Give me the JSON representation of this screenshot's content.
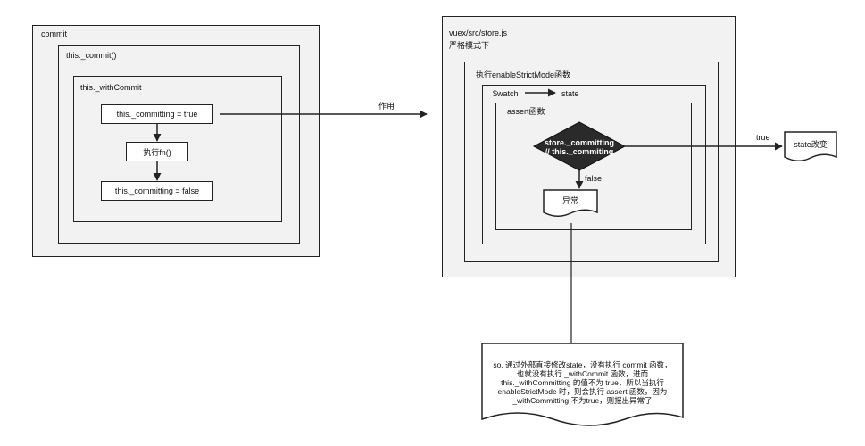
{
  "left_panel": {
    "outer_title": "commit",
    "middle_title": "this._commit()",
    "inner_title": "this._withCommit",
    "step1": "this._committing = true",
    "step2": "执行fn()",
    "step3": "this._committing = false"
  },
  "link_label": "作用",
  "right_panel": {
    "title_line1": "vuex/src/store.js",
    "title_line2": "严格模式下",
    "strict_title": "执行enableStrictMode函数",
    "watch_label": "$watch",
    "watch_target": "state",
    "assert_title": "assert函数",
    "decision_line1": "store._committing",
    "decision_line2": "// this._commiting",
    "false_label": "false",
    "true_label": "true",
    "error_doc": "异常",
    "state_doc": "state改变"
  },
  "note": {
    "lines": [
      "so, 通过外部直接修改state，没有执行 commit 函数，",
      "也就没有执行 _withCommit 函数，进而",
      "this._withCommitting 的值不为 true，所以当执行",
      "enableStrictMode 时，则会执行 assert 函数，因为",
      "_withCommitting 不为true，则报出异常了"
    ]
  }
}
